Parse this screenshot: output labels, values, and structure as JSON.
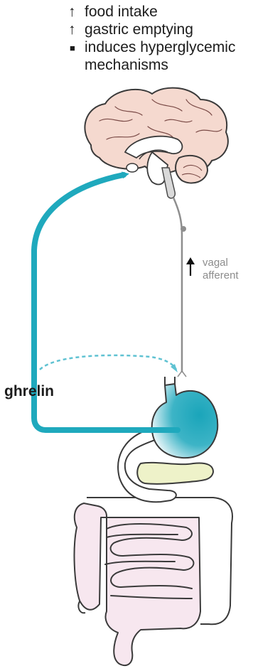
{
  "effects": [
    {
      "marker": "↑",
      "text": "food intake"
    },
    {
      "marker": "↑",
      "text": "gastric emptying"
    },
    {
      "marker": "■",
      "text": "induces hyperglycemic mechanisms",
      "line1": "induces hyperglycemic",
      "line2": "mechanisms"
    }
  ],
  "labels": {
    "hormone": "ghrelin",
    "vagal_line1": "vagal",
    "vagal_line2": "afferent"
  },
  "colors": {
    "ghrelin_teal": "#1fa9bd",
    "brain": "#f5d9cf",
    "brain_outline": "#3a3a3a",
    "stomach": "#1aa5ba",
    "pancreas": "#eef2c9",
    "intestine": "#f7e7ef",
    "vagal_nerve": "#8e8e8e"
  },
  "icons": {
    "brain": "brain-icon",
    "stomach": "stomach-icon",
    "pancreas": "pancreas-icon",
    "intestine": "intestine-icon",
    "vagal_arrow": "arrow-up-icon"
  }
}
